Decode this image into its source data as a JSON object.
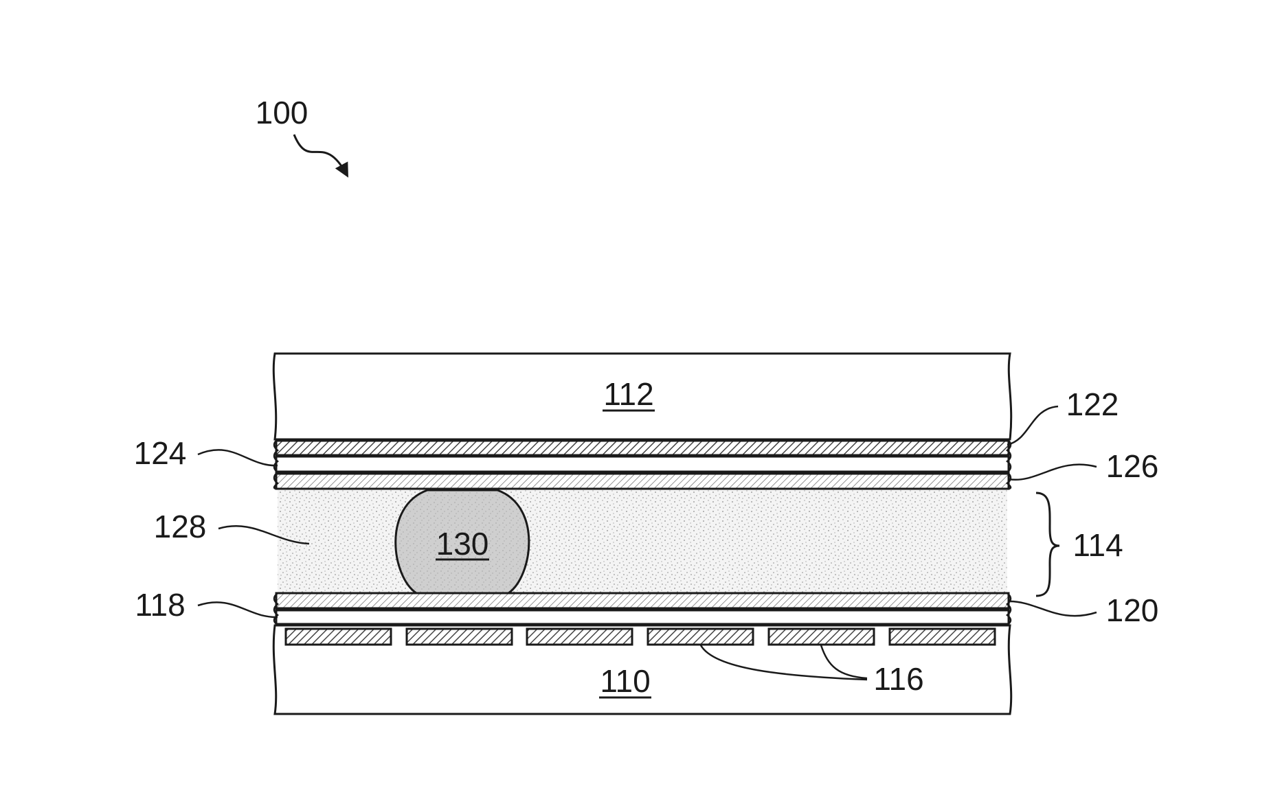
{
  "figure": {
    "assembly_ref": "100",
    "labels": {
      "top_substrate": "112",
      "bottom_substrate": "110",
      "electrode_top_inner": "122",
      "layer_top_left": "124",
      "layer_top_right": "126",
      "fluid_medium": "128",
      "droplet": "130",
      "gap_region": "114",
      "layer_bottom_left": "118",
      "layer_bottom_right": "120",
      "electrode_array": "116"
    },
    "electrode_count": 6,
    "colors": {
      "stroke": "#1a1a1a",
      "fluid_fill": "#efefef",
      "droplet_fill": "#cccccc",
      "hatch": "#555555"
    }
  }
}
